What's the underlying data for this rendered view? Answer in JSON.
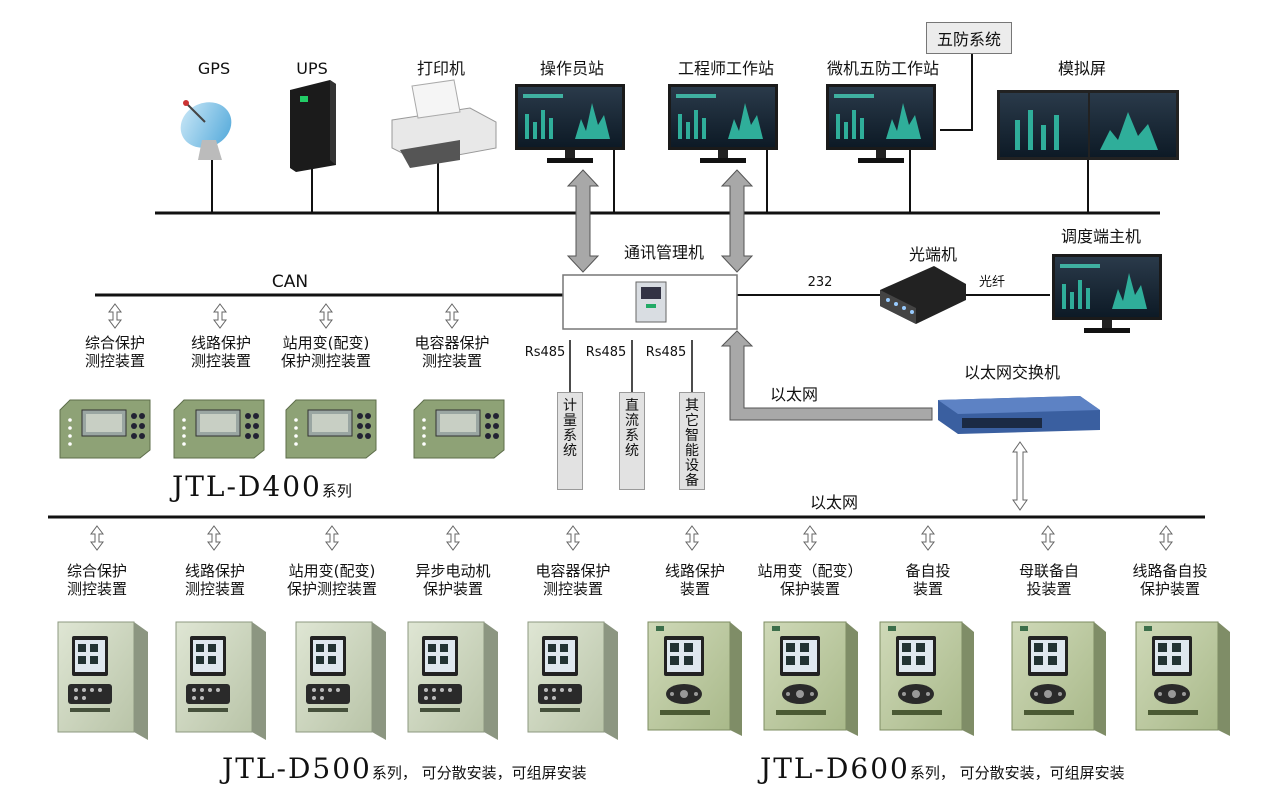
{
  "top_devices": {
    "gps": "GPS",
    "ups": "UPS",
    "printer": "打印机",
    "operator_station": "操作员站",
    "engineer_station": "工程师工作站",
    "wufang_station": "微机五防工作站",
    "wufang_system": "五防系统",
    "sim_screen": "模拟屏"
  },
  "comm": {
    "manager": "通讯管理机",
    "can": "CAN",
    "port_232": "232",
    "optical_terminal": "光端机",
    "fiber": "光纤",
    "dispatch_host": "调度端主机",
    "ethernet_switch": "以太网交换机",
    "ethernet_link": "以太网",
    "ethernet_bus": "以太网",
    "rs485": [
      "Rs485",
      "Rs485",
      "Rs485"
    ],
    "subsystems": [
      "计量系统",
      "直流系统",
      "其它智能设备"
    ]
  },
  "d400": {
    "devices": [
      "综合保护\n测控装置",
      "线路保护\n测控装置",
      "站用变(配变)\n保护测控装置",
      "电容器保护\n测控装置"
    ],
    "series_name": "JTL-D400",
    "series_suffix": "系列"
  },
  "d500": {
    "devices": [
      "综合保护\n测控装置",
      "线路保护\n测控装置",
      "站用变(配变)\n保护测控装置",
      "异步电动机\n保护装置",
      "电容器保护\n测控装置"
    ],
    "series_name": "JTL-D500",
    "series_suffix": "系列，  可分散安装，可组屏安装"
  },
  "d600": {
    "devices": [
      "线路保护\n装置",
      "站用变（配变）\n保护装置",
      "备自投\n装置",
      "母联备自\n投装置",
      "线路备自投\n保护装置"
    ],
    "series_name": "JTL-D600",
    "series_suffix": "系列，  可分散安装，可组屏安装"
  }
}
